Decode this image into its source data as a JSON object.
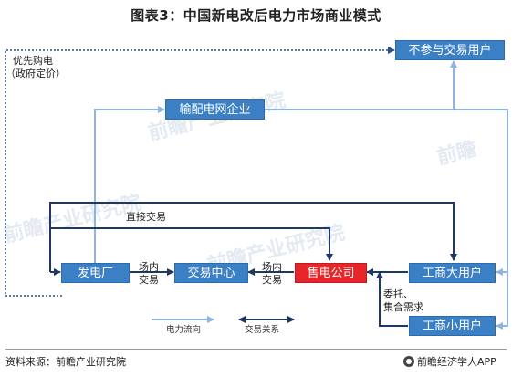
{
  "title": "图表3：中国新电改后电力市场商业模式",
  "nodes": {
    "no_trade_users": "不参与交易用户",
    "grid_company": "输配电网企业",
    "power_plant": "发电厂",
    "trading_center": "交易中心",
    "retail_company": "售电公司",
    "large_users": "工商大用户",
    "small_users": "工商小用户"
  },
  "labels": {
    "priority_purchase_1": "优先购电",
    "priority_purchase_2": "（政府定价）",
    "direct_trade": "直接交易",
    "in_market_1_a": "场内",
    "in_market_1_b": "交易",
    "in_market_2_a": "场内",
    "in_market_2_b": "交易",
    "entrust_1": "委托、",
    "entrust_2": "集合需求"
  },
  "legend": {
    "power_flow": "电力流向",
    "trade_relation": "交易关系"
  },
  "watermarks": [
    "前瞻产业研究院",
    "前瞻产业研究院",
    "前瞻产业研究院",
    "前瞻"
  ],
  "footer": {
    "source": "资料来源：前瞻产业研究院",
    "brand": "前瞻经济学人APP"
  },
  "colors": {
    "node_blue": "#3b7fc4",
    "node_red": "#e8262a",
    "power_flow_line": "#8db4e2",
    "trade_line": "#1f3864",
    "dotted_line": "#2a4f8a"
  }
}
